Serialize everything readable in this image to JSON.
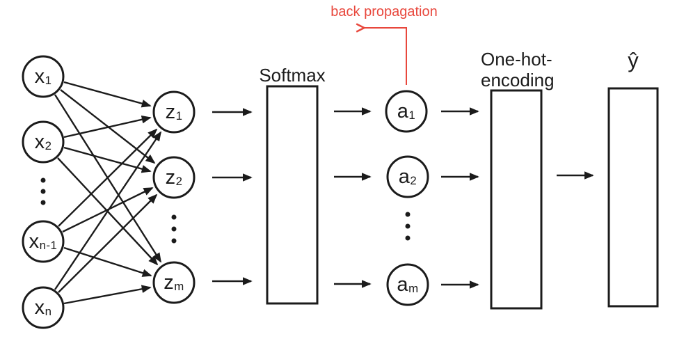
{
  "colors": {
    "stroke": "#1b1b1b",
    "accent_red": "#e8473c",
    "background": "#ffffff"
  },
  "annotation": {
    "back_propagation": "back propagation"
  },
  "nodes": {
    "x1": {
      "base": "x",
      "sub": "1"
    },
    "x2": {
      "base": "x",
      "sub": "2"
    },
    "xn1": {
      "base": "x",
      "sub": "n-1"
    },
    "xn": {
      "base": "x",
      "sub": "n"
    },
    "z1": {
      "base": "z",
      "sub": "1"
    },
    "z2": {
      "base": "z",
      "sub": "2"
    },
    "zm": {
      "base": "z",
      "sub": "m"
    },
    "a1": {
      "base": "a",
      "sub": "1"
    },
    "a2": {
      "base": "a",
      "sub": "2"
    },
    "am": {
      "base": "a",
      "sub": "m"
    }
  },
  "boxes": {
    "softmax": {
      "label": "Softmax"
    },
    "one_hot": {
      "label_line1": "One-hot-",
      "label_line2": "encoding"
    },
    "y_hat": {
      "label": "ŷ"
    }
  }
}
